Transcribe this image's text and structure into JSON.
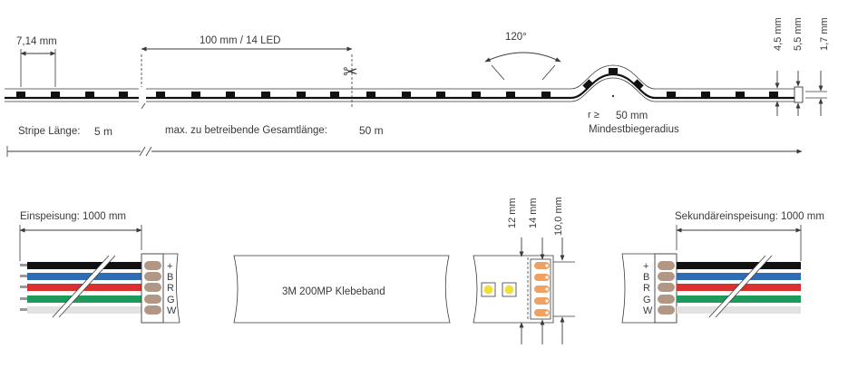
{
  "top": {
    "pitch_label": "7,14 mm",
    "segment_label": "100 mm / 14 LED",
    "angle_label": "120°",
    "height_45": "4,5 mm",
    "height_55": "5,5 mm",
    "height_17": "1,7 mm",
    "radius_symbol": "r ≥",
    "radius_value": "50 mm",
    "radius_caption": "Mindestbiegeradius",
    "length_caption": "Stripe Länge:",
    "length_value": "5 m",
    "max_caption": "max. zu betreibende Gesamtlänge:",
    "max_value": "50 m",
    "cut_symbol": "✂"
  },
  "bottom": {
    "feed_label": "Einspeisung: 1000 mm",
    "secondary_label": "Sekundäreinspeisung: 1000 mm",
    "adhesive_label": "3M 200MP Klebeband",
    "width_12": "12 mm",
    "width_14": "14 mm",
    "width_10": "10,0 mm",
    "pins": [
      "+",
      "B",
      "R",
      "G",
      "W"
    ]
  },
  "colors": {
    "wire_black": "#111111",
    "wire_blue": "#2f6db5",
    "wire_red": "#d93030",
    "wire_green": "#1e9a5a",
    "wire_white": "#e2e2e2",
    "led_yellow": "#f3df3a",
    "contact_orange": "#f0a060"
  }
}
